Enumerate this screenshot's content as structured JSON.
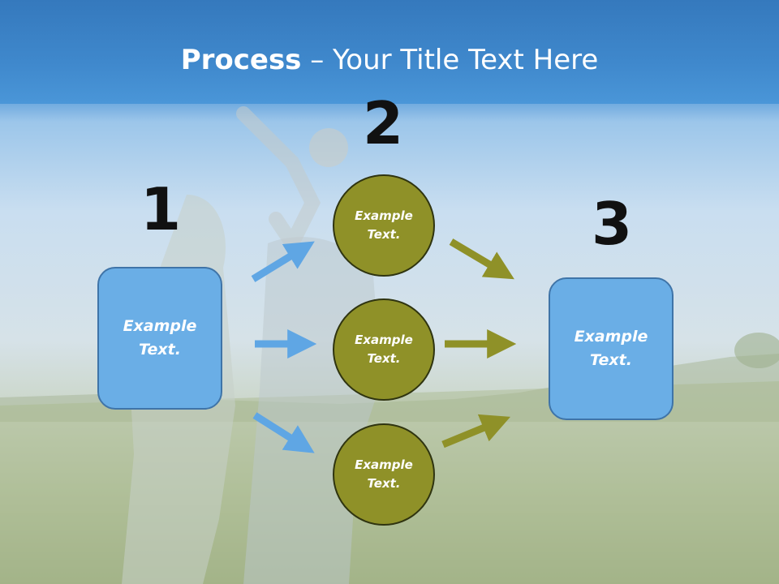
{
  "title": {
    "bold": "Process",
    "rest": " – Your Title Text Here"
  },
  "steps": {
    "n1": "1",
    "n2": "2",
    "n3": "3"
  },
  "left_box": {
    "text": "Example Text."
  },
  "circles": [
    {
      "text": "Example Text."
    },
    {
      "text": "Example Text."
    },
    {
      "text": "Example Text."
    }
  ],
  "right_box": {
    "text": "Example Text."
  },
  "colors": {
    "box_fill": "#6aaee6",
    "box_border": "#3f74a8",
    "circle_fill": "#8f9128",
    "circle_border": "#2f3410",
    "blue_arrow": "#5fa6e4",
    "olive_arrow": "#8f9128"
  }
}
